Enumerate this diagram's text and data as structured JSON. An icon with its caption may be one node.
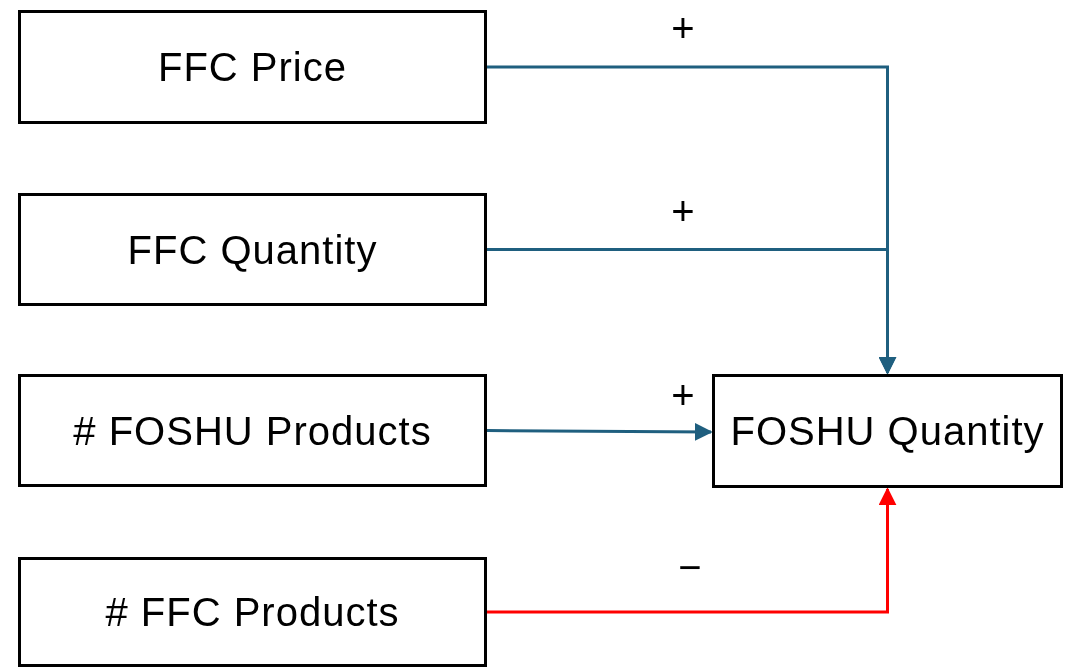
{
  "diagram": {
    "nodes": [
      {
        "text": [
          "FFC Price"
        ]
      },
      {
        "text": [
          "FFC Quantity"
        ]
      },
      {
        "text": [
          "# FOSHU Products"
        ]
      },
      {
        "text": [
          "# FFC Products"
        ]
      },
      {
        "text": [
          "FOSHU Quantity"
        ]
      }
    ],
    "edges": [
      {
        "from": 0,
        "to": 4,
        "arrow": "to",
        "label": "+"
      },
      {
        "from": 1,
        "to": 4,
        "arrow": "to",
        "label": "+"
      },
      {
        "from": 2,
        "to": 4,
        "arrow": "to",
        "label": "+"
      },
      {
        "from": 3,
        "to": 4,
        "arrow": "to",
        "label": "−",
        "color": "#ff0000"
      }
    ]
  }
}
